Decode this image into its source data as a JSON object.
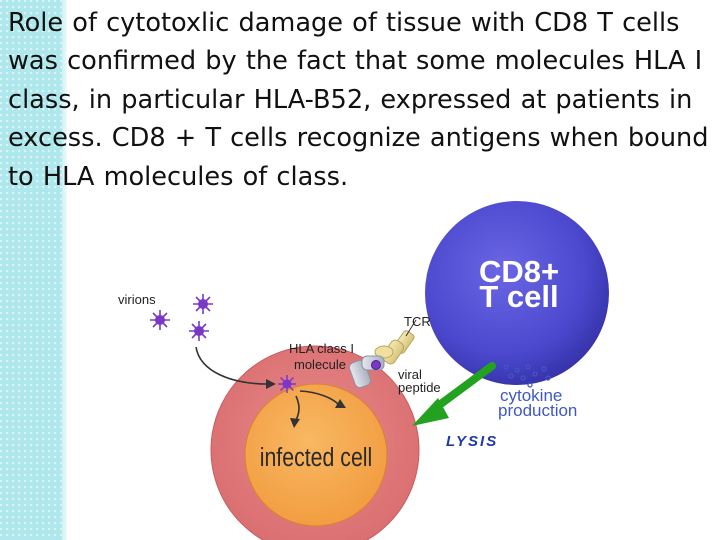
{
  "slide": {
    "body_text": "Role of cytotoxlic damage of tissue with CD8 T cells was confirmed by the fact that some molecules HLA I class, in particular HLA-B52, expressed at patients in excess. CD8 + T cells recognize antigens when bound to HLA molecules of class."
  },
  "diagram": {
    "cd8_cell": {
      "label_line1": "CD8+",
      "label_line2": "T cell",
      "color": "#4b48ce"
    },
    "infected_cell": {
      "label": "infected cell",
      "outer_color": "#dd7476",
      "inner_color": "#f5a24a"
    },
    "labels": {
      "virions": "virions",
      "tcr": "TCR",
      "hla_line1": "HLA class I",
      "hla_line2": "molecule",
      "viral_line1": "viral",
      "viral_line2": "peptide",
      "cytokine_line1": "cytokine",
      "cytokine_line2": "production",
      "lysis": "LYSIS"
    },
    "colors": {
      "lysis_arrow": "#23a21f",
      "virion": "#7b38c8",
      "cytokine_label": "#3f58c4"
    }
  }
}
